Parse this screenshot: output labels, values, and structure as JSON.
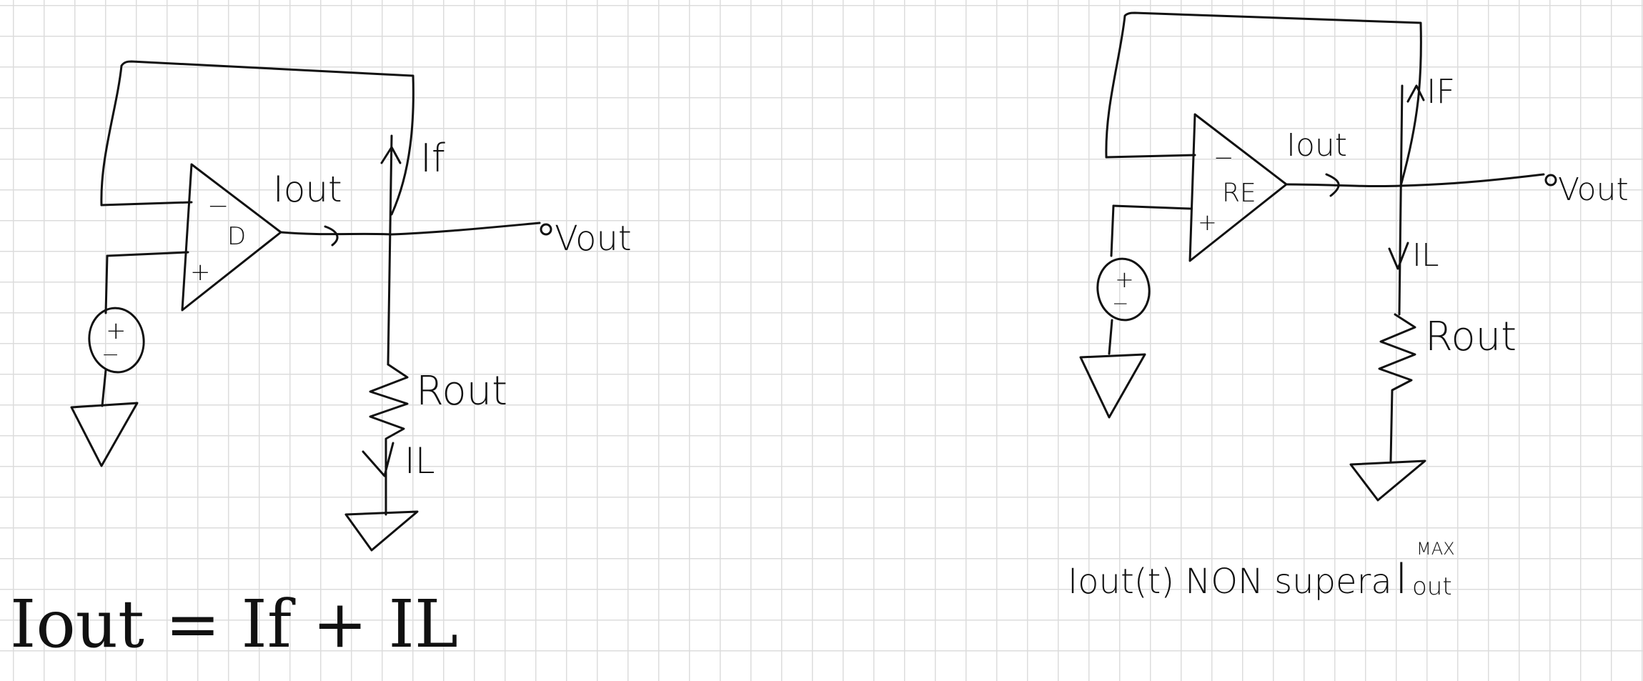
{
  "left_circuit": {
    "amp_label": "D",
    "minus": "−",
    "plus": "+",
    "src_plus": "+",
    "src_minus": "−",
    "i_out": "Iout",
    "i_f": "If",
    "v_out": "Vout",
    "r_out": "Rout",
    "i_l": "IL",
    "equation": "Iout = If + IL"
  },
  "right_circuit": {
    "amp_label": "RE",
    "minus": "−",
    "plus": "+",
    "src_plus": "+",
    "src_minus": "−",
    "i_out": "Iout",
    "i_f": "IF",
    "v_out": "Vout",
    "r_out": "Rout",
    "i_l": "IL",
    "note": "Iout(t) NON supera",
    "note_sym": "I",
    "note_sup": "MAX",
    "note_sub": "out"
  }
}
